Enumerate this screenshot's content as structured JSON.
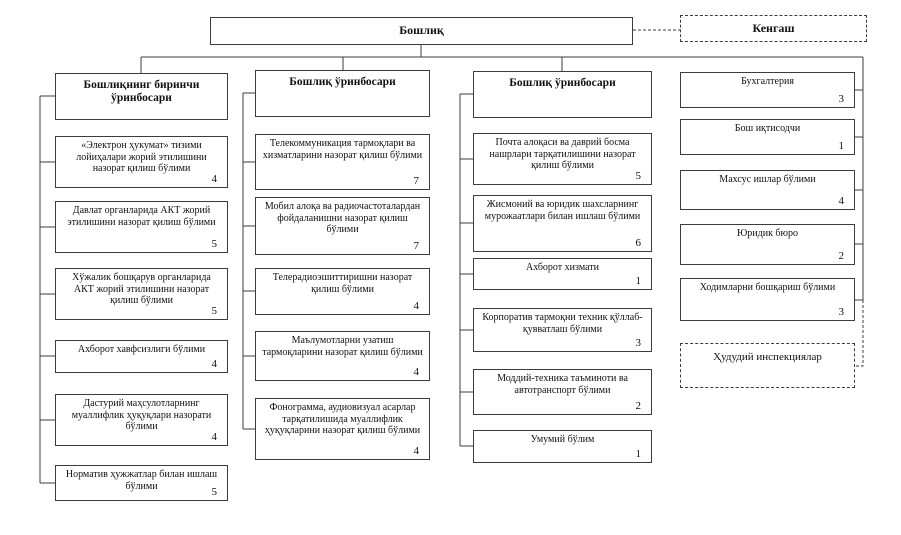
{
  "root": {
    "label": "Бошлиқ"
  },
  "council": {
    "label": "Кенгаш"
  },
  "columns": [
    {
      "header": "Бошлиқнинг биринчи ўринбосари",
      "items": [
        {
          "label": "«Электрон ҳукумат» тизими лойиҳалари жорий этилишини назорат қилиш бўлими",
          "count": "4"
        },
        {
          "label": "Давлат органларида АКТ жорий этилишини назорат қилиш бўлими",
          "count": "5"
        },
        {
          "label": "Хўжалик бошқарув органларида АКТ жорий этилишини назорат қилиш бўлими",
          "count": "5"
        },
        {
          "label": "Ахборот хавфсизлиги бўлими",
          "count": "4"
        },
        {
          "label": "Дастурий маҳсулотларнинг муаллифлик ҳуқуқлари назорати бўлими",
          "count": "4"
        },
        {
          "label": "Норматив ҳужжатлар билан ишлаш бўлими",
          "count": "5"
        }
      ]
    },
    {
      "header": "Бошлиқ ўринбосари",
      "items": [
        {
          "label": "Телекоммуникация тармоқлари ва хизматларини назорат қилиш бўлими",
          "count": "7"
        },
        {
          "label": "Мобил алоқа ва радиочастоталардан фойдаланишни назорат қилиш бўлими",
          "count": "7"
        },
        {
          "label": "Телерадиоэшиттиришни назорат қилиш бўлими",
          "count": "4"
        },
        {
          "label": "Маълумотларни узатиш тармоқларини назорат қилиш бўлими",
          "count": "4"
        },
        {
          "label": "Фонограмма, аудиовизуал асарлар тарқатилишида муаллифлик ҳуқуқларини назорат қилиш бўлими",
          "count": "4"
        }
      ]
    },
    {
      "header": "Бошлиқ ўринбосари",
      "items": [
        {
          "label": "Почта алоқаси ва даврий босма нашрлари тарқатилишини назорат қилиш бўлими",
          "count": "5"
        },
        {
          "label": "Жисмоний ва юридик шахсларнинг мурожаатлари билан ишлаш бўлими",
          "count": "6"
        },
        {
          "label": "Ахборот хизмати",
          "count": "1"
        },
        {
          "label": "Корпоратив тармоқни техник қўллаб-қувватлаш бўлими",
          "count": "3"
        },
        {
          "label": "Моддий-техника таъминоти ва автотранспорт бўлими",
          "count": "2"
        },
        {
          "label": "Умумий бўлим",
          "count": "1"
        }
      ]
    }
  ],
  "staff_units": [
    {
      "label": "Бухгалтерия",
      "count": "3"
    },
    {
      "label": "Бош иқтисодчи",
      "count": "1"
    },
    {
      "label": "Махсус ишлар бўлими",
      "count": "4"
    },
    {
      "label": "Юридик бюро",
      "count": "2"
    },
    {
      "label": "Ходимларни бошқариш бўлими",
      "count": "3"
    }
  ],
  "territorial": {
    "label": "Ҳудудий инспекциялар"
  }
}
